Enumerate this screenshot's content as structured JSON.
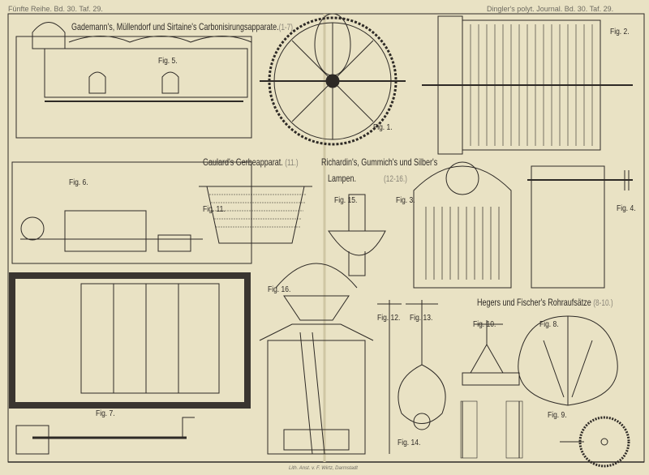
{
  "header": {
    "left": "Fünfte Reihe. Bd. 30. Taf. 29.",
    "right": "Dingler's polyt. Journal. Bd. 30. Taf. 29."
  },
  "titles": {
    "carbon": {
      "text": "Gademann's, Müllendorf und Sirtaine's Carbonisirungsapparate.",
      "range": "(1-7)"
    },
    "gaulard": {
      "text": "Gaulard's Gerbeapparat.",
      "range": "(11.)"
    },
    "lampen_1": {
      "text": "Richardin's, Gummich's und Silber's"
    },
    "lampen_2": {
      "text": "Lampen.",
      "range": "(12-16.)"
    },
    "heger": {
      "text": "Hegers und Fischer's Rohraufsätze",
      "range": "(8-10.)"
    }
  },
  "figures": {
    "fig1": "Fig. 1.",
    "fig2": "Fig. 2.",
    "fig3": "Fig. 3.",
    "fig4": "Fig. 4.",
    "fig5": "Fig. 5.",
    "fig6": "Fig. 6.",
    "fig7": "Fig. 7.",
    "fig8": "Fig. 8.",
    "fig9": "Fig. 9.",
    "fig10": "Fig. 10.",
    "fig11": "Fig. 11.",
    "fig12": "Fig. 12.",
    "fig13": "Fig. 13.",
    "fig14": "Fig. 14.",
    "fig15": "Fig. 15.",
    "fig16": "Fig. 16."
  },
  "imprint": "Lith. Anst. v. F. Wirtz, Darmstadt",
  "colors": {
    "paper": "#e9e2c4",
    "ink": "#2e2a26"
  }
}
